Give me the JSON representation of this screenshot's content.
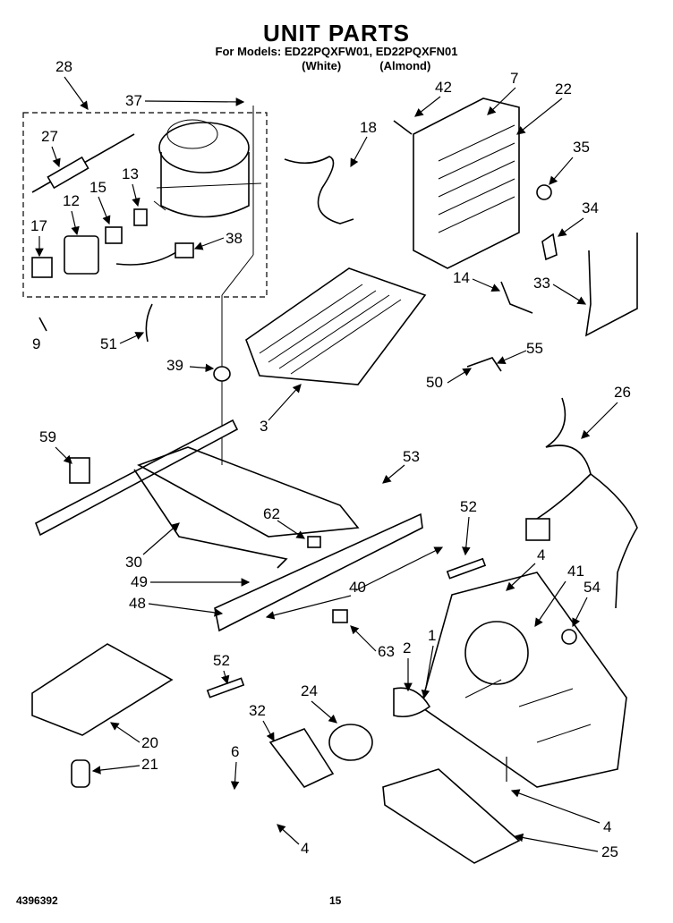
{
  "header": {
    "title": "UNIT PARTS",
    "models": "For Models: ED22PQXFW01, ED22PQXFN01",
    "color_white": "(White)",
    "color_almond": "(Almond)"
  },
  "footer": {
    "document_number": "4396392",
    "page_number": "15"
  },
  "callouts": [
    "28",
    "37",
    "42",
    "7",
    "22",
    "27",
    "18",
    "35",
    "13",
    "15",
    "12",
    "17",
    "38",
    "34",
    "14",
    "33",
    "51",
    "9",
    "39",
    "55",
    "50",
    "3",
    "26",
    "59",
    "53",
    "62",
    "52",
    "30",
    "49",
    "40",
    "48",
    "4",
    "41",
    "54",
    "63",
    "2",
    "1",
    "52",
    "24",
    "32",
    "20",
    "21",
    "6",
    "4",
    "4",
    "25"
  ]
}
